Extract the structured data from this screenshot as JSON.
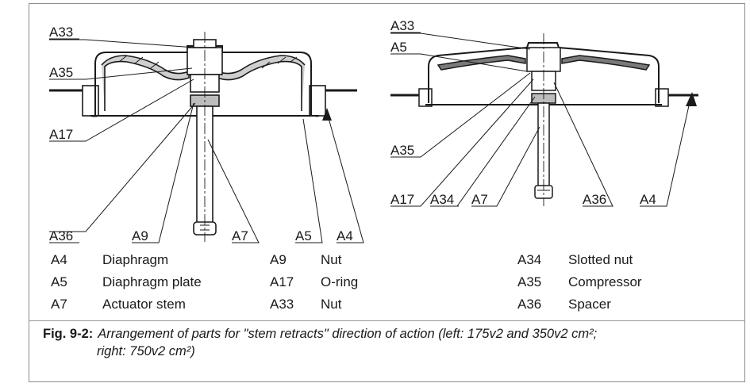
{
  "callouts_left": {
    "a33": "A33",
    "a35": "A35",
    "a17": "A17",
    "a36": "A36",
    "a9": "A9",
    "a7": "A7",
    "a5": "A5",
    "a4": "A4"
  },
  "callouts_right": {
    "a33": "A33",
    "a5": "A5",
    "a35": "A35",
    "a17": "A17",
    "a34": "A34",
    "a7": "A7",
    "a36": "A36",
    "a4": "A4"
  },
  "legend": {
    "col1": [
      {
        "code": "A4",
        "name": "Diaphragm"
      },
      {
        "code": "A5",
        "name": "Diaphragm plate"
      },
      {
        "code": "A7",
        "name": "Actuator stem"
      }
    ],
    "col2": [
      {
        "code": "A9",
        "name": "Nut"
      },
      {
        "code": "A17",
        "name": "O-ring"
      },
      {
        "code": "A33",
        "name": "Nut"
      }
    ],
    "col3": [
      {
        "code": "A34",
        "name": "Slotted nut"
      },
      {
        "code": "A35",
        "name": "Compressor"
      },
      {
        "code": "A36",
        "name": "Spacer"
      }
    ]
  },
  "caption": {
    "label": "Fig. 9-2:",
    "line1": "Arrangement of parts for \"stem retracts\" direction of action (left: 175v2 and 350v2 cm²;",
    "line2": "right: 750v2 cm²)"
  }
}
